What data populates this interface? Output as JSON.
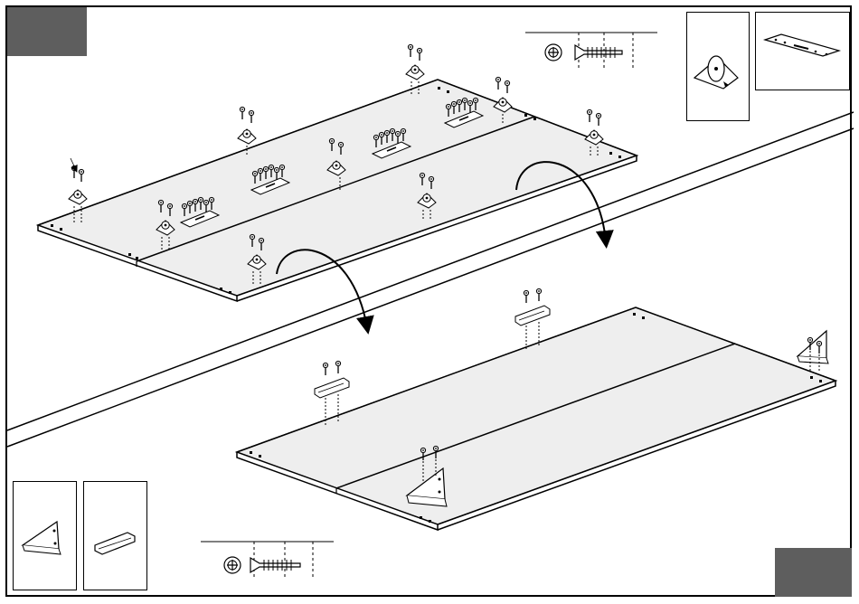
{
  "instruction_sheet": {
    "steps": [
      {
        "marker": "top-left-step-tab"
      },
      {
        "marker": "bottom-right-step-tab"
      }
    ],
    "hardware": {
      "step_1": [
        "caster-wheel",
        "flat-connector-plate",
        "phillips-screw"
      ],
      "step_2": [
        "corner-bracket",
        "short-bracket",
        "phillips-screw"
      ]
    },
    "colors": {
      "tab": "#5e5e5e",
      "panel_top": "#eeeeee",
      "panel_edge": "#ffffff",
      "line": "#000000"
    }
  }
}
